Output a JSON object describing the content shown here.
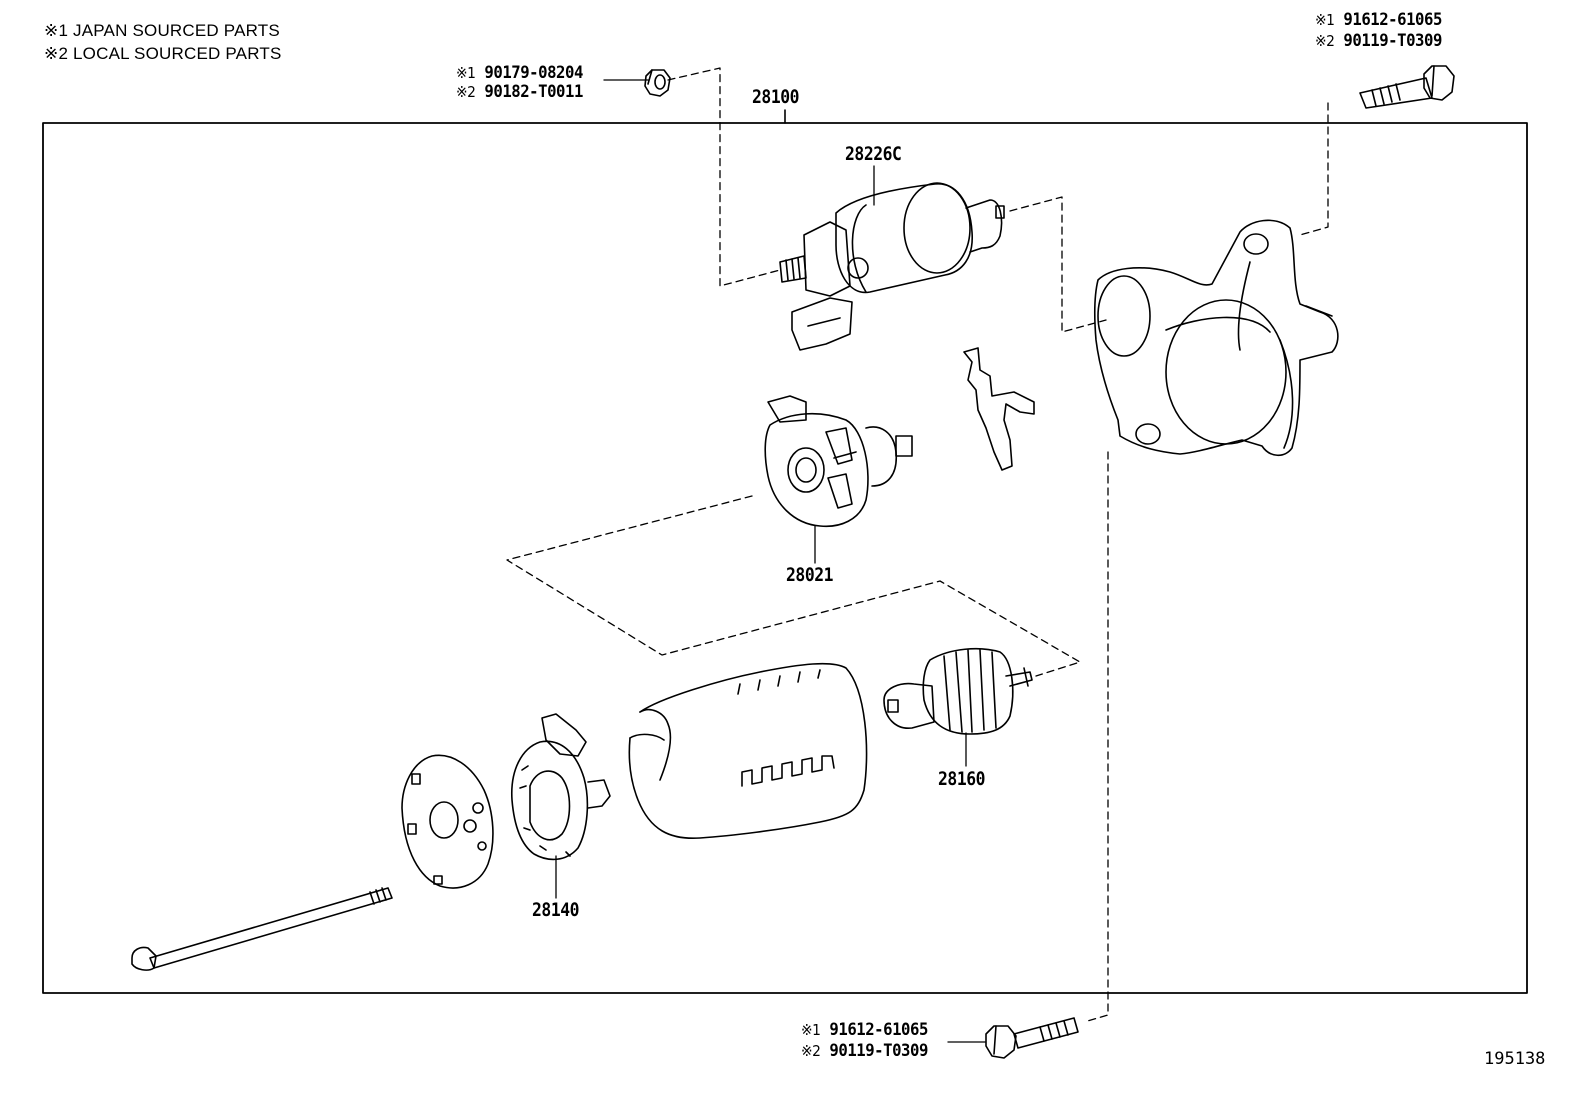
{
  "legend": {
    "japan": "※1 JAPAN SOURCED PARTS",
    "local": "※2 LOCAL SOURCED PARTS"
  },
  "parts": {
    "assembly": "28100",
    "solenoid": "28226C",
    "brush_holder": "28021",
    "armature": "28160",
    "end_frame": "28140"
  },
  "refs": {
    "nut": {
      "m1": "※1",
      "p1": "90179-08204",
      "m2": "※2",
      "p2": "90182-T0011"
    },
    "bolt_top": {
      "m1": "※1",
      "p1": "91612-61065",
      "m2": "※2",
      "p2": "90119-T0309"
    },
    "bolt_bottom": {
      "m1": "※1",
      "p1": "91612-61065",
      "m2": "※2",
      "p2": "90119-T0309"
    }
  },
  "illustration_id": "195138"
}
